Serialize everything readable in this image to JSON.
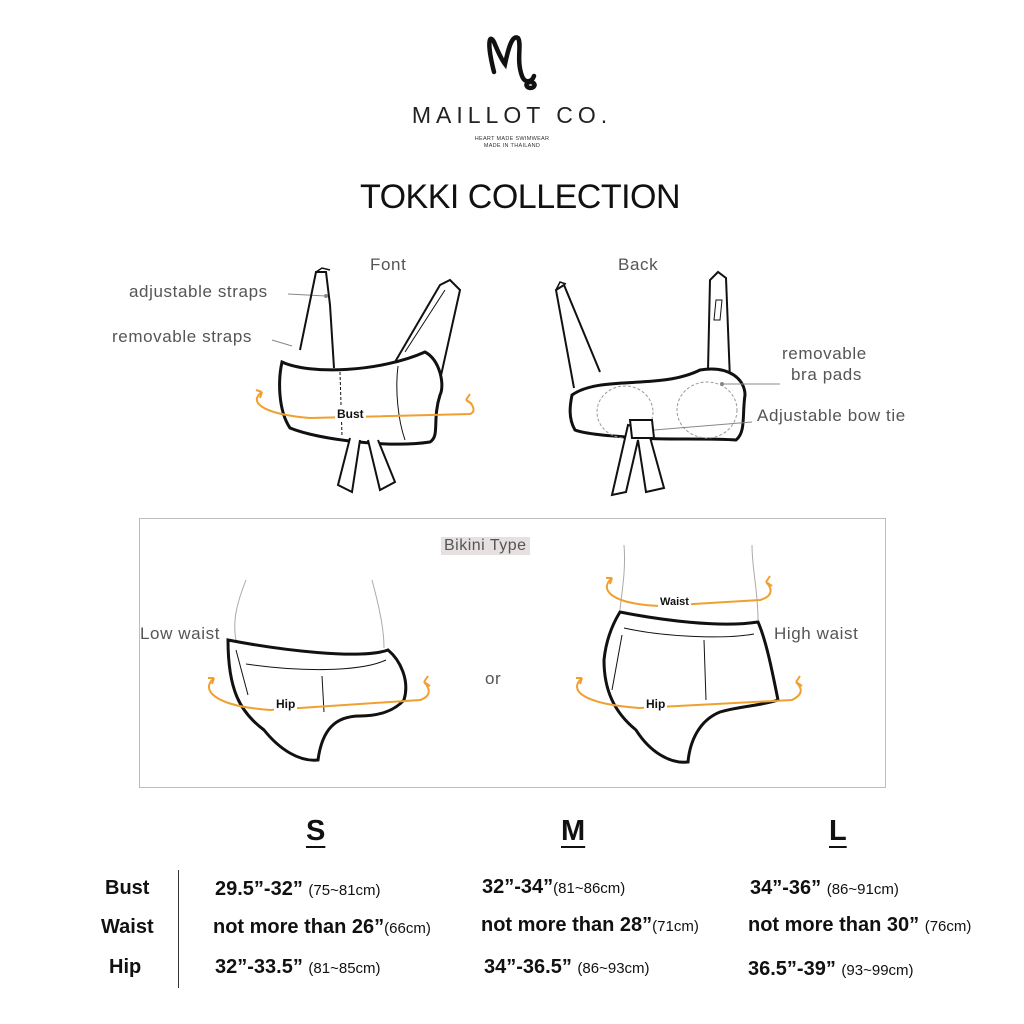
{
  "brand": {
    "logo_letter": "M",
    "name": "MAILLOT CO.",
    "tagline_1": "HEART MADE SWIMWEAR",
    "tagline_2": "MADE IN THAILAND"
  },
  "title": "TOKKI COLLECTION",
  "top": {
    "front_label": "Font",
    "back_label": "Back",
    "adjustable_straps": "adjustable straps",
    "removable_straps": "removable straps",
    "bust_label": "Bust",
    "removable_pads_1": "removable",
    "removable_pads_2": "bra pads",
    "bow_tie": "Adjustable bow tie"
  },
  "bottom": {
    "section_label": "Bikini Type",
    "low_waist": "Low waist",
    "high_waist": "High waist",
    "or": "or",
    "hip_label": "Hip",
    "waist_label": "Waist"
  },
  "size_table": {
    "sizes": [
      "S",
      "M",
      "L"
    ],
    "rows": [
      {
        "label": "Bust",
        "values": [
          {
            "inch": "29.5”-32”",
            "cm": "(75~81cm)"
          },
          {
            "inch": "32”-34”",
            "cm": "(81~86cm)"
          },
          {
            "inch": "34”-36”",
            "cm": "(86~91cm)"
          }
        ]
      },
      {
        "label": "Waist",
        "values": [
          {
            "inch": "not more than 26”",
            "cm": "(66cm)"
          },
          {
            "inch": "not more than 28”",
            "cm": "(71cm)"
          },
          {
            "inch": "not more than 30”",
            "cm": "(76cm)"
          }
        ]
      },
      {
        "label": "Hip",
        "values": [
          {
            "inch": "32”-33.5”",
            "cm": "(81~85cm)"
          },
          {
            "inch": "34”-36.5”",
            "cm": "(86~93cm)"
          },
          {
            "inch": "36.5”-39”",
            "cm": "(93~99cm)"
          }
        ]
      }
    ]
  },
  "colors": {
    "measure_arrow": "#f0a030",
    "outline": "#111111",
    "box_border": "#bdbdbd"
  }
}
